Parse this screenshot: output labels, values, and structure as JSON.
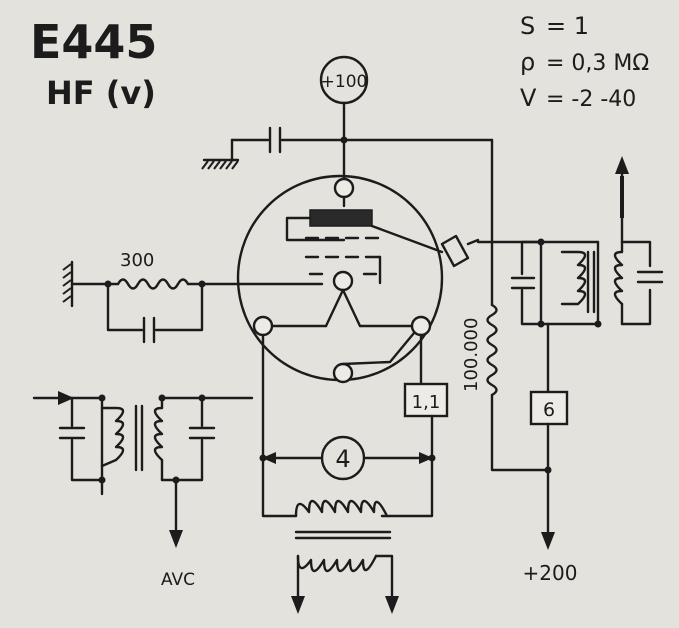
{
  "tube": {
    "type_label": "E445",
    "function_label": "HF (v)"
  },
  "specs": [
    {
      "label": "S",
      "value": "= 1"
    },
    {
      "label": "ρ",
      "value": "= 0,3 MΩ"
    },
    {
      "label": "V",
      "value": "= -2 -40"
    }
  ],
  "labels": {
    "supply_100": "+100",
    "supply_200": "+200",
    "grid_resistor": "300",
    "screen_resistor": "100.000",
    "avc": "AVC",
    "filament_voltage": "4",
    "box_cathode": "1,1",
    "box_anode": "6"
  },
  "colors": {
    "ink": "#1c1c1c",
    "paper": "#e4e2dc"
  }
}
